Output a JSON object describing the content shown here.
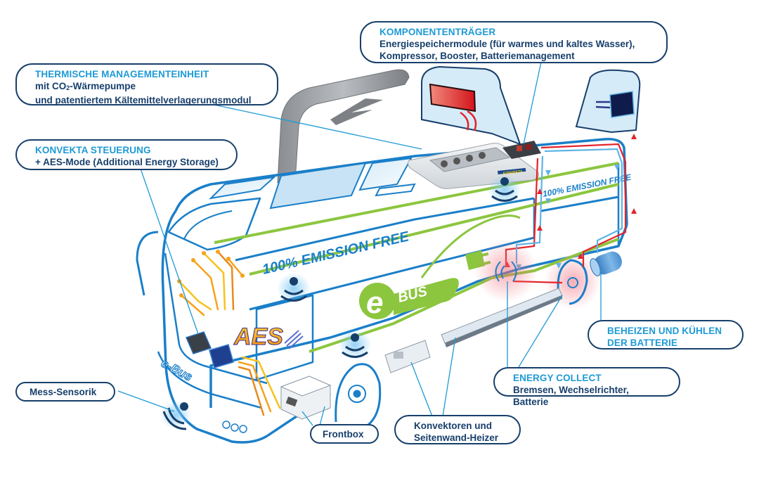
{
  "colors": {
    "callout_border": "#173f6b",
    "heading_blue": "#1e9ad6",
    "body_navy": "#173f6b",
    "bus_outline": "#1a7fc9",
    "green_stripe": "#8cc63f",
    "heat_red": "#e3232b",
    "cold_blue": "#5fb4e6",
    "aes_orange": "#f7a21b"
  },
  "callouts": {
    "komponententraeger": {
      "heading": "KOMPONENTENTRÄGER",
      "line1": "Energiespeichermodule (für warmes und kaltes Wasser),",
      "line2": "Kompressor, Booster, Batteriemanagement"
    },
    "thermische": {
      "heading": "THERMISCHE MANAGEMENTEINHEIT",
      "line1_prefix": "mit CO",
      "line1_sub": "2",
      "line1_suffix": "-Wärmepumpe",
      "line2": "und patentiertem Kältemittelverlagerungsmodul"
    },
    "steuerung": {
      "heading": "KONVEKTA STEUERUNG",
      "line1": "+ AES-Mode (Additional Energy Storage)"
    },
    "batterie": {
      "heading_line1": "BEHEIZEN UND KÜHLEN",
      "heading_line2": "DER BATTERIE"
    },
    "energy_collect": {
      "heading": "ENERGY COLLECT",
      "line1": "Bremsen, Wechselrichter, Batterie"
    },
    "konvektoren": {
      "line1": "Konvektoren und",
      "line2": "Seitenwand-Heizer"
    },
    "sensorik": {
      "line1": "Mess-Sensorik"
    },
    "frontbox": {
      "line1": "Frontbox"
    }
  },
  "bus_labels": {
    "emission_side": "100% EMISSION FREE",
    "emission_rear": "100% EMISSION FREE",
    "ebus_side_e": "e",
    "ebus_side_text": "BUS",
    "ebus_front": "e-Bus",
    "aes_logo": "AES",
    "roof_unit_brand": "KONVEKTA"
  }
}
